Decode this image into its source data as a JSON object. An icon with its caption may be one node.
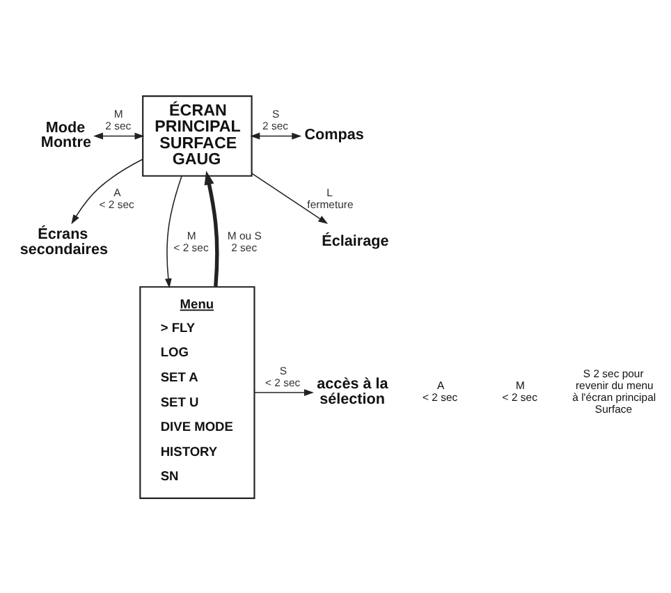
{
  "diagram": {
    "nodes": [
      {
        "text": [
          "Mode Montre"
        ]
      },
      {
        "text": [
          "ÉCRAN PRINCIPAL SURFACE GAUG"
        ]
      },
      {
        "text": [
          "Compas"
        ]
      },
      {
        "text": [
          "Écrans secondaires"
        ]
      },
      {
        "text": [
          "Éclairage"
        ]
      },
      {
        "text": [
          "Menu",
          "> FLY",
          "LOG",
          "SET A",
          "SET U",
          "DIVE MODE",
          "HISTORY",
          "SN"
        ]
      },
      {
        "text": [
          "accès à la sélection"
        ]
      }
    ],
    "edges": [
      {
        "from": 0,
        "to": 1,
        "arrow": "both",
        "label": "M 2 sec"
      },
      {
        "from": 1,
        "to": 2,
        "arrow": "both",
        "label": "S 2 sec"
      },
      {
        "from": 1,
        "to": 3,
        "arrow": "to",
        "label": "A < 2 sec"
      },
      {
        "from": 1,
        "to": 5,
        "arrow": "to",
        "label": "M < 2 sec"
      },
      {
        "from": 5,
        "to": 1,
        "arrow": "to",
        "label": "M ou S 2 sec",
        "style": "thick"
      },
      {
        "from": 1,
        "to": 4,
        "arrow": "to",
        "label": "L fermeture"
      },
      {
        "from": 5,
        "to": 6,
        "arrow": "to",
        "label": "S < 2 sec"
      }
    ],
    "labels": [
      "A < 2 sec",
      "M < 2 sec",
      "S 2 sec pour revenir du menu à l'écran principal Surface"
    ]
  }
}
